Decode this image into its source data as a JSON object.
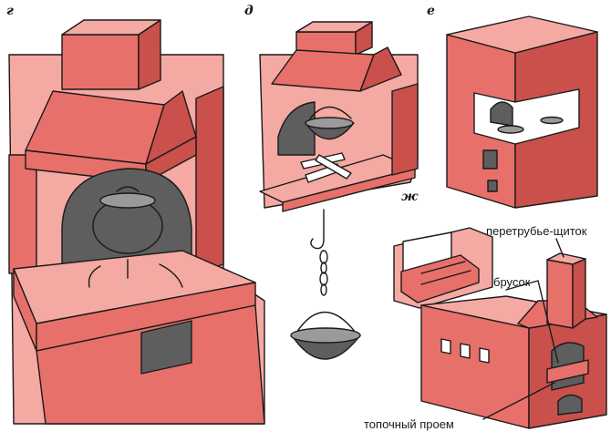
{
  "panel_letters": {
    "g": "г",
    "d": "д",
    "e": "е",
    "zh": "ж"
  },
  "callouts": {
    "smoke_shield": "перетрубье-щиток",
    "brick_bar": "брусок",
    "firebox_opening": "топочный проем"
  },
  "colors": {
    "brick": "#e8706a",
    "brick_light": "#f4a9a2",
    "brick_dark": "#c9504b",
    "ink": "#1a1a1a",
    "metal": "#5e5e5e",
    "metal_light": "#9a9a9a"
  }
}
